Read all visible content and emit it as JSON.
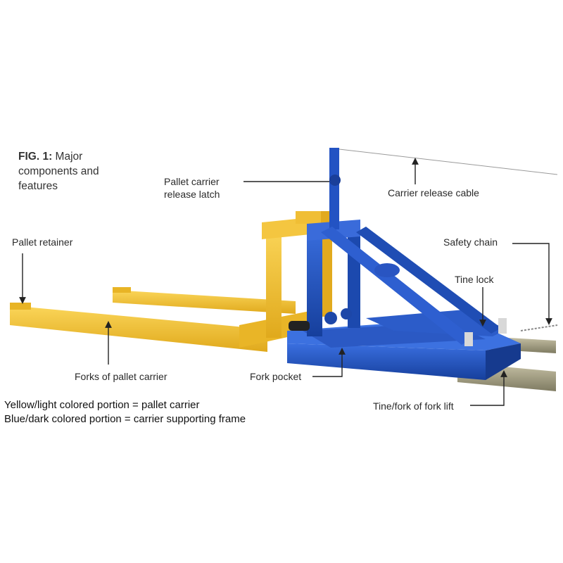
{
  "figure": {
    "title_bold": "FIG. 1:",
    "title_rest": " Major",
    "title_line2": "components and",
    "title_line3": "features"
  },
  "labels": {
    "release_latch_line1": "Pallet   carrier",
    "release_latch_line2": "release latch",
    "release_cable": "Carrier release cable",
    "pallet_retainer": "Pallet retainer",
    "safety_chain": "Safety chain",
    "tine_lock": "Tine lock",
    "forks_of_pallet_carrier": "Forks of pallet carrier",
    "fork_pocket": "Fork pocket",
    "tine_fork_of_fork_lift": "Tine/fork of fork lift"
  },
  "legend": {
    "yellow": "Yellow/light colored portion = pallet carrier",
    "blue": "Blue/dark colored portion = carrier supporting frame"
  },
  "colors": {
    "carrier_yellow": "#F2C12E",
    "frame_blue": "#1F4FB8",
    "lift_tine": "#9E9A7E"
  }
}
